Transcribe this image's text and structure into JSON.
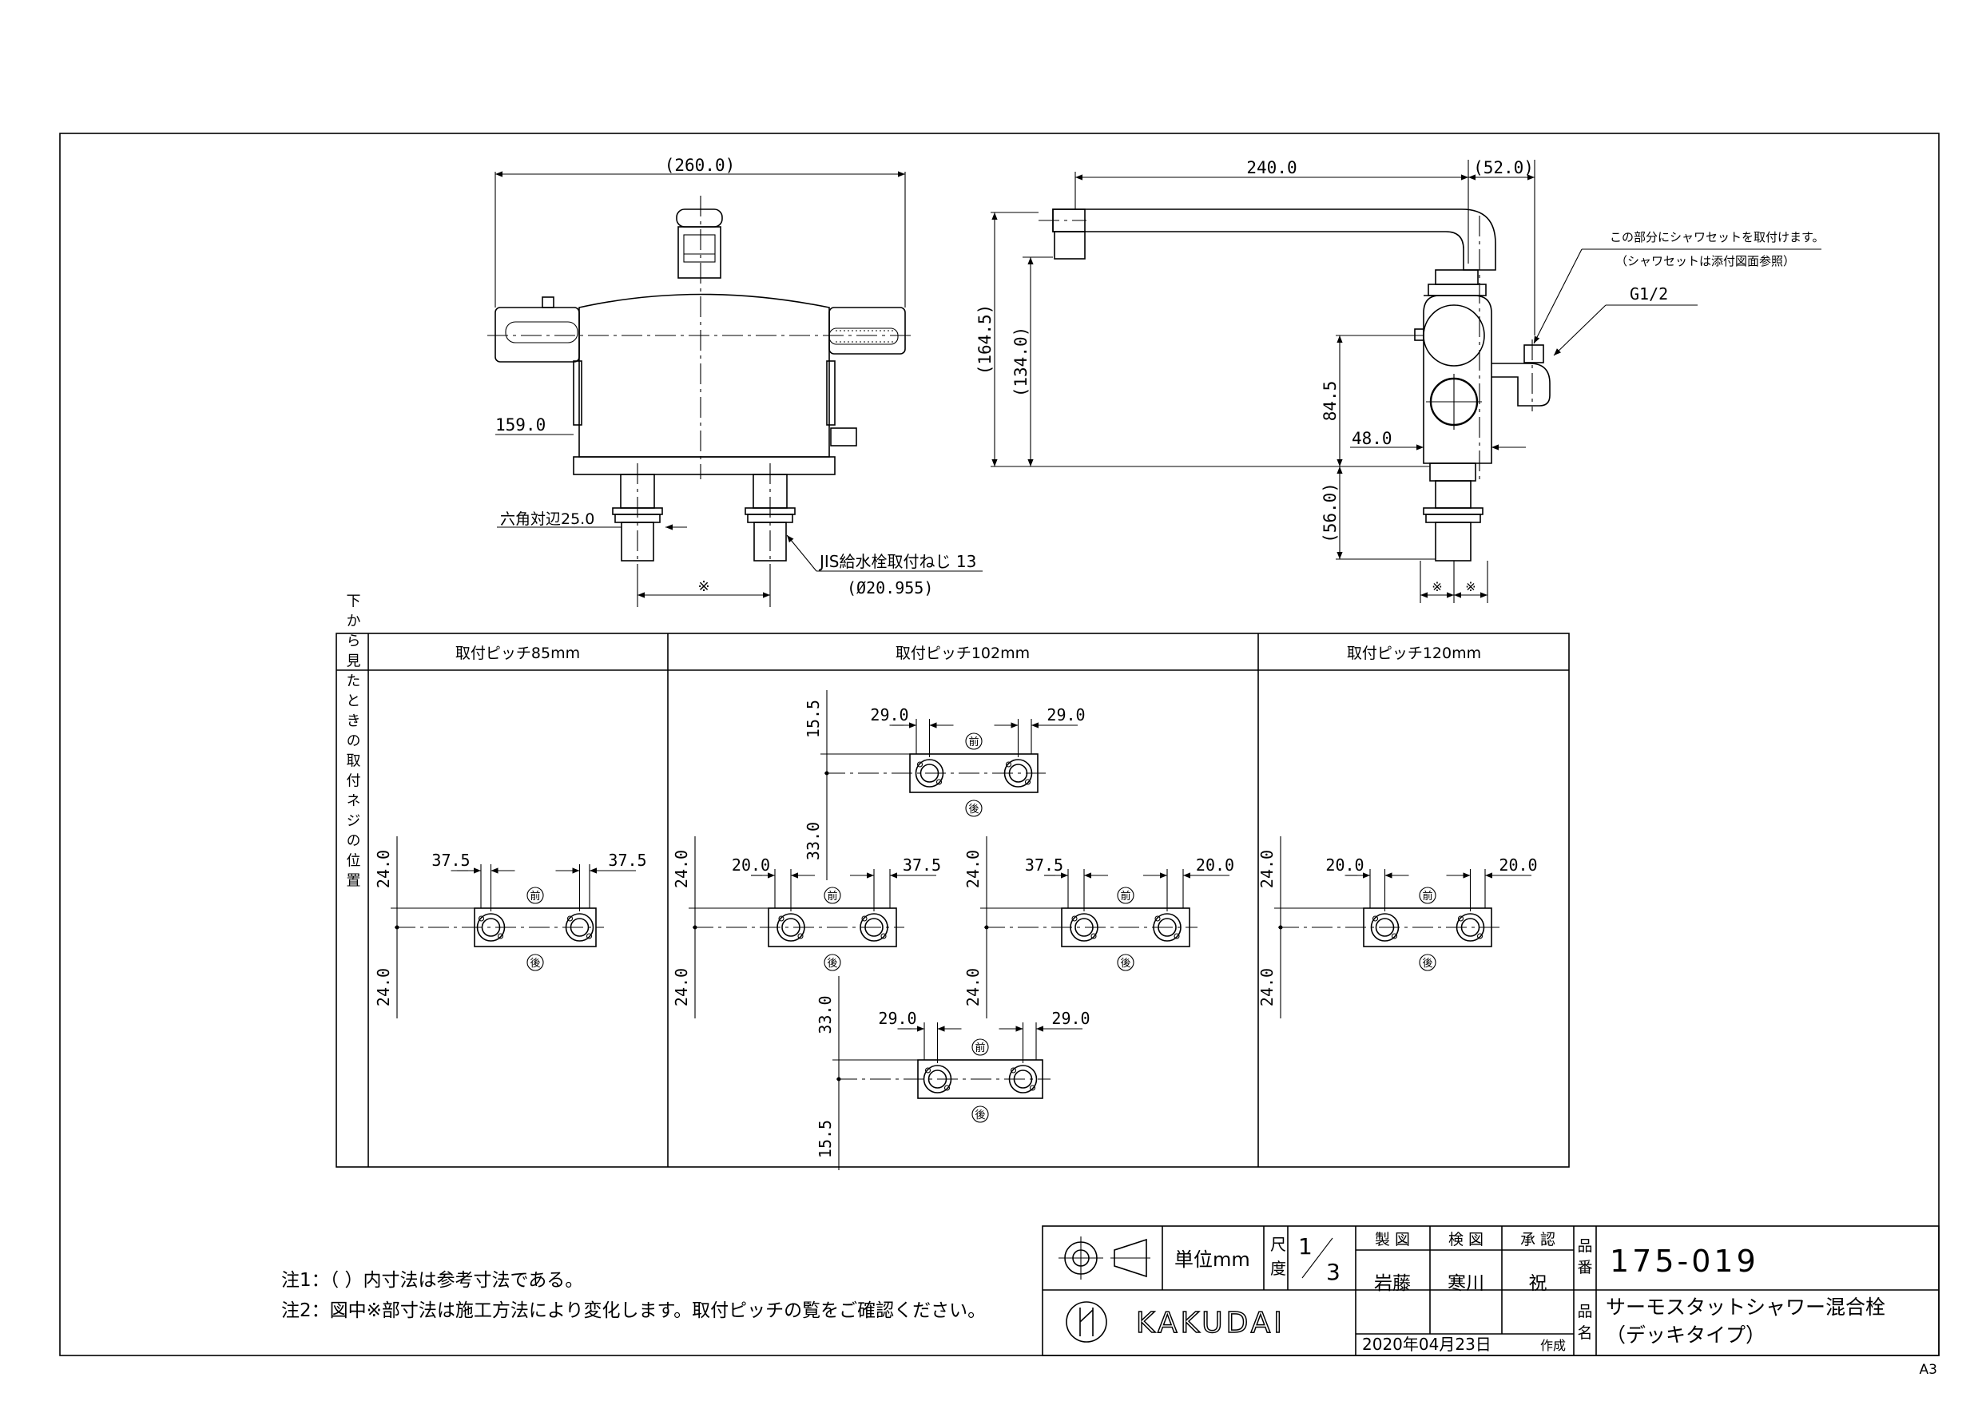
{
  "top_front_view": {
    "overall_width": "(260.0)",
    "center_height": "159.0",
    "hex_width": "六角対辺25.0",
    "thread_label": "JIS給水栓取付ねじ 13",
    "thread_diameter": "(Ø20.955)",
    "pitch_mark": "※"
  },
  "side_view": {
    "spout_length": "240.0",
    "side_depth": "(52.0)",
    "total_height": "(164.5)",
    "spout_height": "(134.0)",
    "center_height": "84.5",
    "body_depth": "48.0",
    "base_height": "(56.0)",
    "note_line1": "この部分にシャワセットを取付けます。",
    "note_line2": "（シャワセットは添付図面参照）",
    "thread_size": "G1/2",
    "pitch_mark_left": "※",
    "pitch_mark_right": "※"
  },
  "pitch_table": {
    "row_header": "下から見たときの取付ネジの位置",
    "columns": [
      "取付ピッチ85mm",
      "取付ピッチ102mm",
      "取付ピッチ120mm"
    ],
    "front_label": "前",
    "back_label": "後",
    "pitch85": {
      "left": "37.5",
      "right": "37.5",
      "top": "24.0",
      "bottom": "24.0"
    },
    "pitch102_top": {
      "left": "29.0",
      "right": "29.0",
      "top": "15.5",
      "bottom": "33.0"
    },
    "pitch102_left": {
      "left": "20.0",
      "right": "37.5",
      "top": "24.0",
      "bottom": "24.0"
    },
    "pitch102_right": {
      "left": "37.5",
      "right": "20.0",
      "top": "24.0",
      "bottom": "24.0"
    },
    "pitch102_bottom": {
      "left": "29.0",
      "right": "29.0",
      "top": "33.0",
      "bottom": "15.5"
    },
    "pitch120": {
      "left": "20.0",
      "right": "20.0",
      "top": "24.0",
      "bottom": "24.0"
    }
  },
  "notes": {
    "note1": "注1：（  ）内寸法は参考寸法である。",
    "note2": "注2：図中※部寸法は施工方法により変化します。取付ピッチの覧をご確認ください。"
  },
  "title_block": {
    "unit_label": "単位mm",
    "scale_label_1": "尺",
    "scale_label_2": "度",
    "scale_num": "1",
    "scale_den": "3",
    "drawn_label": "製 図",
    "checked_label": "検 図",
    "approved_label": "承 認",
    "drawn_by": "岩藤",
    "checked_by": "寒川",
    "approved_by": "祝",
    "part_no_label_1": "品",
    "part_no_label_2": "番",
    "part_no": "175-019",
    "name_label_1": "品",
    "name_label_2": "名",
    "product_name_1": "サーモスタットシャワー混合栓",
    "product_name_2": "（デッキタイプ）",
    "date": "2020年04月23日",
    "date_suffix": "作成",
    "logo_text": "KAKUDAI",
    "sheet_size": "A3"
  }
}
